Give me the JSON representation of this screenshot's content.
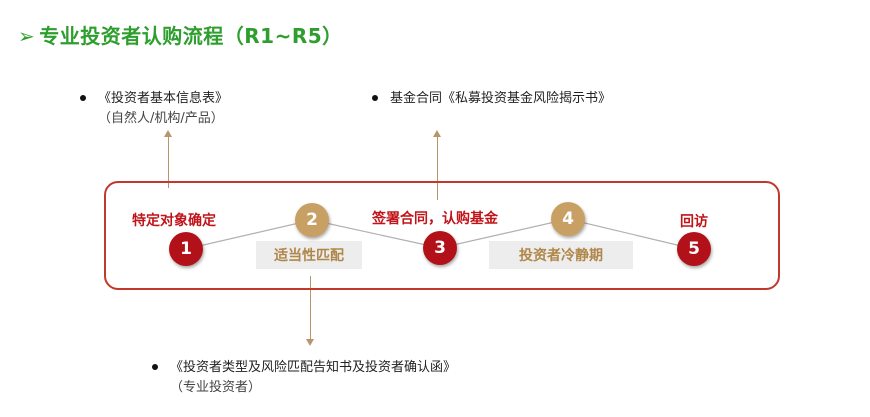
{
  "title": "专业投资者认购流程（R1~R5）",
  "title_arrow": "➢",
  "notes": {
    "top_left_line1": "《投资者基本信息表》",
    "top_left_line2": "（自然人/机构/产品）",
    "top_right_line1": "基金合同《私募投资基金风险揭示书》",
    "bottom_line1": "《投资者类型及风险匹配告知书及投资者确认函》",
    "bottom_line2": "（专业投资者）"
  },
  "steps": [
    {
      "number": "1",
      "label": "特定对象确定",
      "style": "red"
    },
    {
      "number": "2",
      "label": "适当性匹配",
      "style": "gold"
    },
    {
      "number": "3",
      "label": "签署合同，认购基金",
      "style": "red"
    },
    {
      "number": "4",
      "label": "投资者冷静期",
      "style": "gold"
    },
    {
      "number": "5",
      "label": "回访",
      "style": "red"
    }
  ],
  "colors": {
    "title": "#2e9e2e",
    "frame": "#c0392b",
    "red_node": "#b3111a",
    "gold_node": "#c8a064",
    "connector": "#b8956a"
  }
}
